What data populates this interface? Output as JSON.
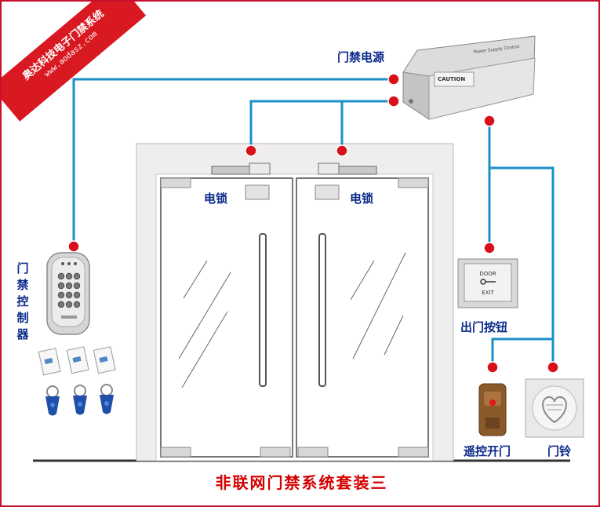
{
  "title": "非联网门禁系统套装三",
  "watermark": {
    "name": "奥达科技电子门禁系统",
    "url": "www.aodasz.com"
  },
  "labels": {
    "power_supply": "门禁电源",
    "lock_left": "电锁",
    "lock_right": "电锁",
    "controller": "门禁控制器",
    "exit_button": "出门按钮",
    "remote": "遥控开门",
    "doorbell": "门铃"
  },
  "device_text": {
    "psu_caution": "CAUTION",
    "psu_brand": "Power Supply Control",
    "exit_door": "DOOR",
    "exit_exit": "EXIT"
  },
  "colors": {
    "wire": "#1a8fc8",
    "node": "#d9101a",
    "title": "#d40000",
    "label": "#0b2a8a",
    "border": "#c8102e"
  }
}
